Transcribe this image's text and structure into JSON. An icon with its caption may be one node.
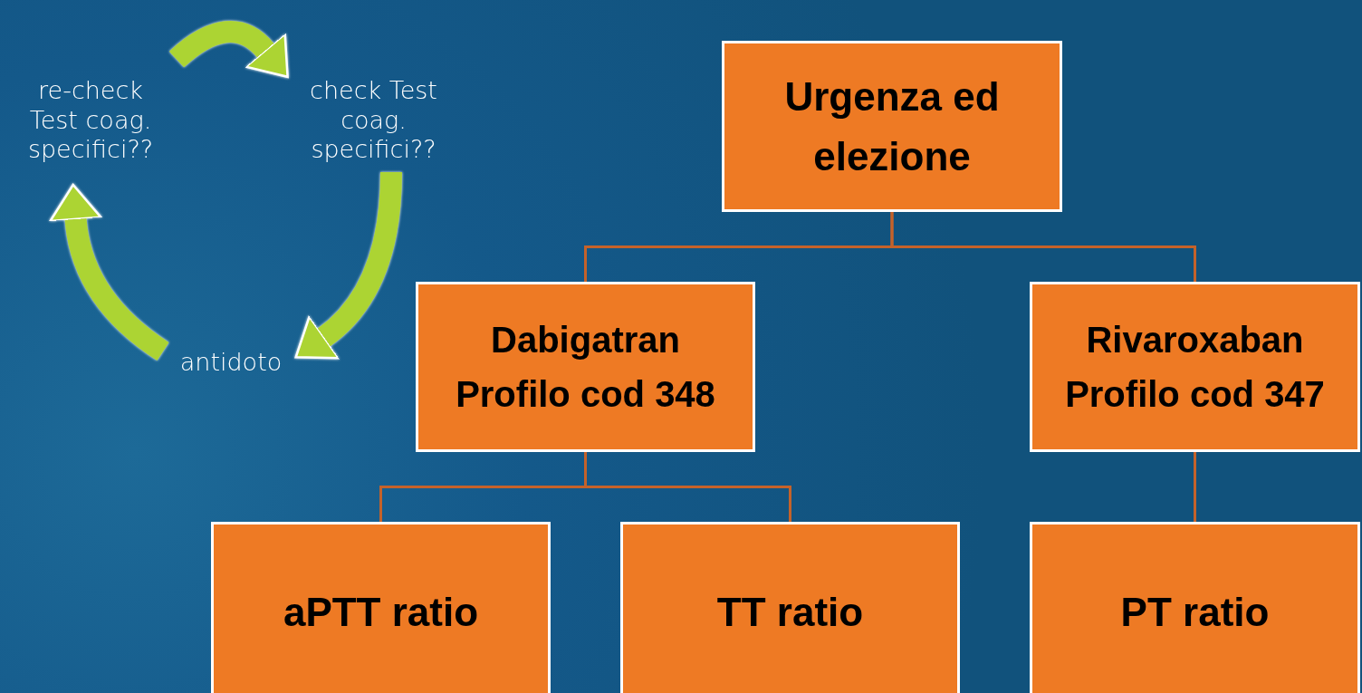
{
  "diagram": {
    "nodes": [
      {
        "text": [
          "re-check Test coag. specifici??"
        ]
      },
      {
        "text": [
          "check Test coag. specifici??"
        ]
      },
      {
        "text": [
          "antidoto"
        ]
      },
      {
        "text": [
          "Urgenza ed elezione"
        ]
      },
      {
        "text": [
          "Dabigatran Profilo cod 348"
        ]
      },
      {
        "text": [
          "Rivaroxaban Profilo cod 347"
        ]
      },
      {
        "text": [
          "aPTT ratio"
        ]
      },
      {
        "text": [
          "TT ratio"
        ]
      },
      {
        "text": [
          "PT ratio"
        ]
      }
    ],
    "edges": [
      {
        "from": 0,
        "to": 1,
        "arrow": "to",
        "style": "thick",
        "color": "#acd433"
      },
      {
        "from": 1,
        "to": 2,
        "arrow": "to",
        "style": "thick",
        "color": "#acd433"
      },
      {
        "from": 2,
        "to": 0,
        "arrow": "to",
        "style": "thick",
        "color": "#acd433"
      },
      {
        "from": 3,
        "to": 4,
        "arrow": "none"
      },
      {
        "from": 3,
        "to": 5,
        "arrow": "none"
      },
      {
        "from": 4,
        "to": 6,
        "arrow": "none"
      },
      {
        "from": 4,
        "to": 7,
        "arrow": "none"
      },
      {
        "from": 5,
        "to": 8,
        "arrow": "none"
      }
    ]
  }
}
